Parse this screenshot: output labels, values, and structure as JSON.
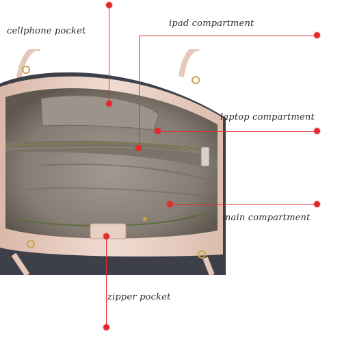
{
  "labels": {
    "cellphone_pocket": "cellphone pocket",
    "ipad_compartment": "ipad compartment",
    "laptop_compartment": "laptop compartment",
    "main_compartment": "main compartment",
    "zipper_pocket": "zipper pocket"
  },
  "colors": {
    "callout": "#e3292e",
    "lining": "#8c857c",
    "leather": "#e9cfc2",
    "trim": "#3e4049"
  }
}
